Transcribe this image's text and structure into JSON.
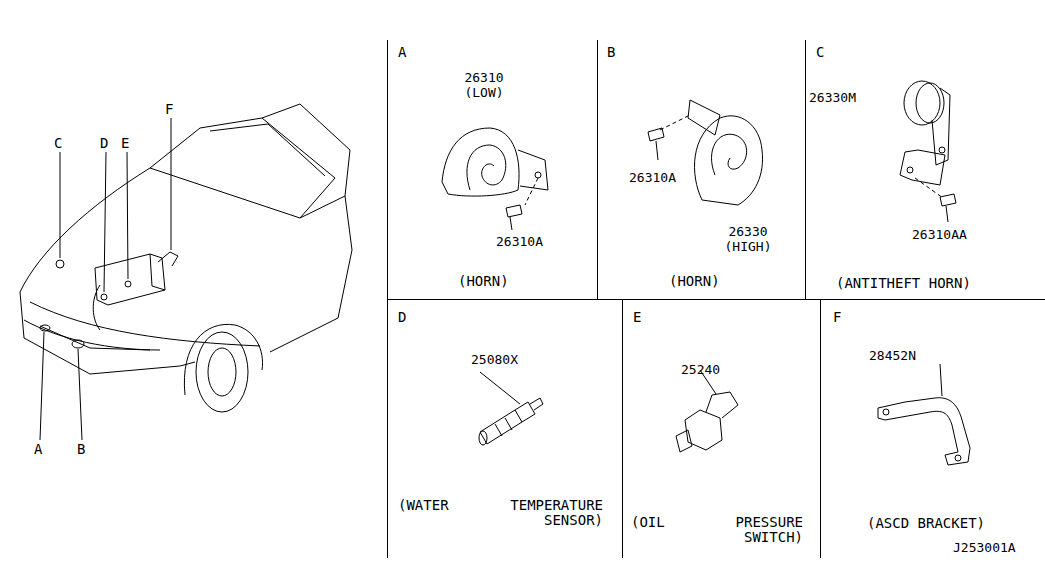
{
  "diagram": {
    "nodes": [
      {
        "text": [
          "A",
          "26310 (LOW)",
          "26310A",
          "(HORN)"
        ]
      },
      {
        "text": [
          "B",
          "26310A",
          "26330 (HIGH)",
          "(HORN)"
        ]
      },
      {
        "text": [
          "C",
          "26330M",
          "26310AA",
          "(ANTITHEFT HORN)"
        ]
      },
      {
        "text": [
          "D",
          "25080X",
          "(WATER TEMPERATURE SENSOR)"
        ]
      },
      {
        "text": [
          "E",
          "25240",
          "(OIL PRESSURE SWITCH)"
        ]
      },
      {
        "text": [
          "F",
          "28452N",
          "(ASCD BRACKET)"
        ]
      }
    ],
    "labels": [
      "C",
      "D",
      "E",
      "F",
      "A",
      "B",
      "J253001A"
    ]
  }
}
